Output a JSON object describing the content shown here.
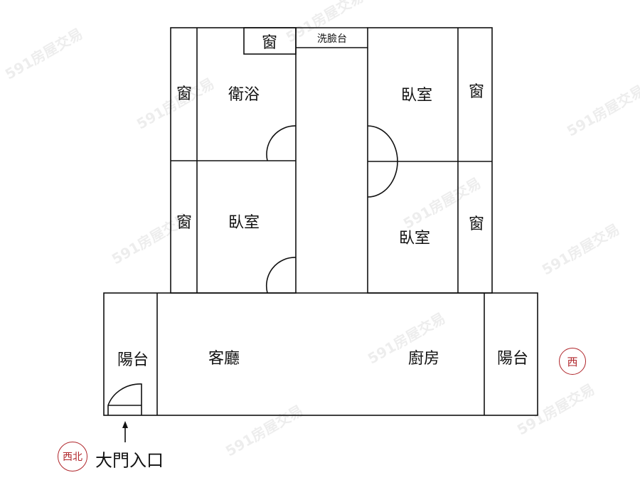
{
  "floorplan": {
    "rooms": {
      "window_top_bath": "窗",
      "washbasin": "洗臉台",
      "window_left_bath": "窗",
      "bathroom": "衛浴",
      "bedroom_top_right": "臥室",
      "window_top_right": "窗",
      "window_left_bedroom": "窗",
      "bedroom_left": "臥室",
      "bedroom_mid_right": "臥室",
      "window_mid_right": "窗",
      "balcony_left": "陽台",
      "living_room": "客廳",
      "kitchen": "廚房",
      "balcony_right": "陽台"
    },
    "entrance_label": "大門入口",
    "compass": {
      "west": "西",
      "northwest": "西北"
    },
    "compass_color": "#b0262b",
    "watermark": "591房屋交易"
  }
}
